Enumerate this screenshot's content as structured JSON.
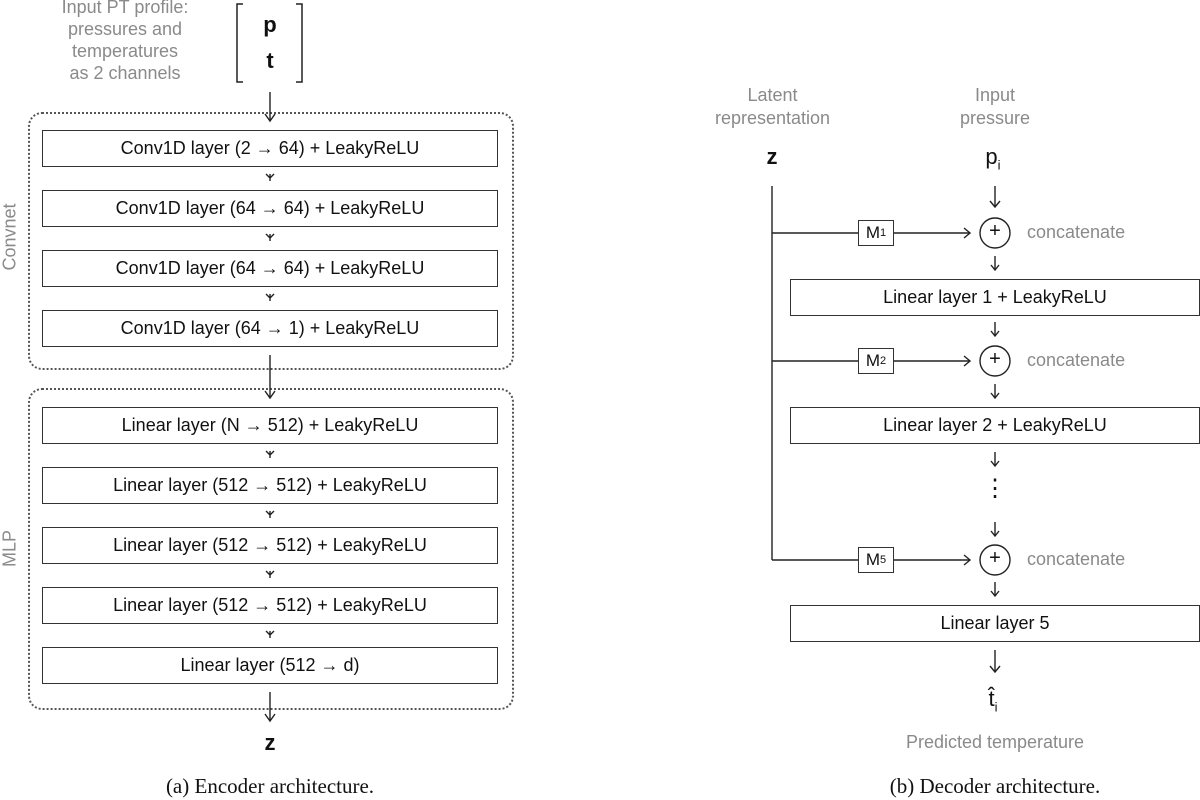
{
  "encoder": {
    "input_label_lines": [
      "Input PT profile:",
      "pressures and",
      "temperatures",
      "as 2 channels"
    ],
    "input_vector": [
      "p",
      "t"
    ],
    "convnet_label": "Convnet",
    "mlp_label": "MLP",
    "convnet_layers": [
      "Conv1D layer (2 → 64) + LeakyReLU",
      "Conv1D layer (64 → 64) + LeakyReLU",
      "Conv1D layer (64 → 64) + LeakyReLU",
      "Conv1D layer (64 → 1) + LeakyReLU"
    ],
    "mlp_layers": [
      "Linear layer (N → 512) + LeakyReLU",
      "Linear layer (512 → 512) + LeakyReLU",
      "Linear layer (512 → 512) + LeakyReLU",
      "Linear layer (512 → 512) + LeakyReLU",
      "Linear layer (512 → d)"
    ],
    "output": "z",
    "caption": "(a) Encoder architecture."
  },
  "decoder": {
    "latent_label_lines": [
      "Latent",
      "representation"
    ],
    "input_label_lines": [
      "Input",
      "pressure"
    ],
    "latent_symbol": "z",
    "input_symbol": "p",
    "input_subscript": "i",
    "modules": [
      {
        "name": "M",
        "sub": "1"
      },
      {
        "name": "M",
        "sub": "2"
      },
      {
        "name": "M",
        "sub": "5"
      }
    ],
    "concat_label": "concatenate",
    "concat_symbol": "+",
    "layers": [
      "Linear layer 1 + LeakyReLU",
      "Linear layer 2 + LeakyReLU",
      "Linear layer 5"
    ],
    "ellipsis": "⋮",
    "output_symbol": "t̂",
    "output_subscript": "i",
    "output_label": "Predicted temperature",
    "caption": "(b) Decoder architecture."
  }
}
